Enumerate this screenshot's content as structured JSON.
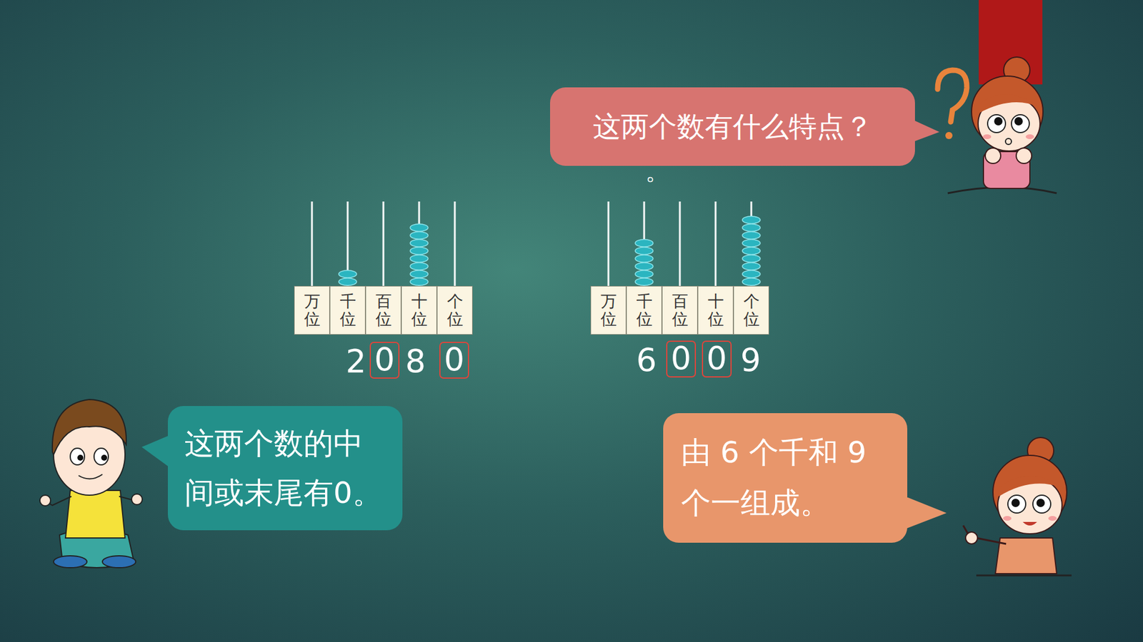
{
  "diagram": {
    "nodes": [
      {
        "text": [
          "这两个数有什么特点？"
        ]
      },
      {
        "text": [
          "万位"
        ]
      },
      {
        "text": [
          "千位"
        ]
      },
      {
        "text": [
          "百位"
        ]
      },
      {
        "text": [
          "十位"
        ]
      },
      {
        "text": [
          "个位"
        ]
      },
      {
        "text": [
          "万位"
        ]
      },
      {
        "text": [
          "千位"
        ]
      },
      {
        "text": [
          "百位"
        ]
      },
      {
        "text": [
          "十位"
        ]
      },
      {
        "text": [
          "个位"
        ]
      },
      {
        "text": [
          "0"
        ]
      },
      {
        "text": [
          "0"
        ]
      },
      {
        "text": [
          "0"
        ]
      },
      {
        "text": [
          "0"
        ]
      },
      {
        "text": [
          "这两个数的中间或末尾有0。"
        ]
      },
      {
        "text": [
          "由 6 个千和 9 个一组成。"
        ]
      }
    ],
    "labels": [
      "。",
      "2",
      "8",
      "6",
      "9"
    ]
  }
}
